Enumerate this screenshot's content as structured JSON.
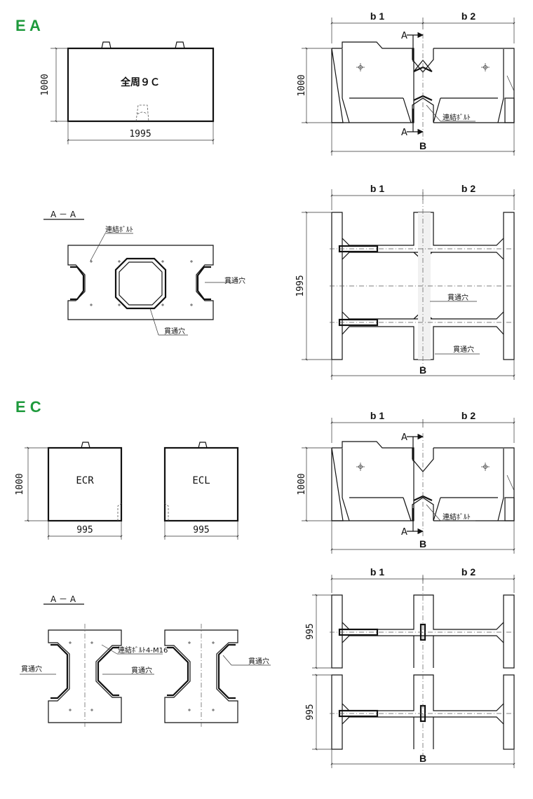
{
  "colors": {
    "heading": "#1e9a3c",
    "line": "#111111"
  },
  "ea": {
    "heading": "E A",
    "front": {
      "height": "1000",
      "width": "1995",
      "label": "全周９Ｃ"
    },
    "side": {
      "b1": "b 1",
      "b2": "b 2",
      "a_top": "A",
      "a_bottom": "A",
      "bolt": "連結ﾎﾞﾙﾄ",
      "total": "B",
      "height": "1000"
    },
    "section": {
      "title": "A － A",
      "bolt": "連結ﾎﾞﾙﾄ",
      "hole_right": "貫通穴",
      "hole_center": "貫通穴"
    },
    "plan": {
      "b1": "b 1",
      "b2": "b 2",
      "height": "1995",
      "hole_center": "貫通穴",
      "hole_bottom": "貫通穴",
      "total": "B"
    }
  },
  "ec": {
    "heading": "E C",
    "front_r": {
      "height": "1000",
      "label": "ECR",
      "width": "995"
    },
    "front_l": {
      "label": "ECL",
      "width": "995"
    },
    "side": {
      "b1": "b 1",
      "b2": "b 2",
      "a_top": "A",
      "a_bottom": "A",
      "bolt": "連結ﾎﾞﾙﾄ",
      "total": "B",
      "height": "1000"
    },
    "section": {
      "title": "A － A",
      "bolt": "連結ﾎﾞﾙﾄ4-M16",
      "hole_left": "貫通穴",
      "hole_center": "貫通穴",
      "hole_right": "貫通穴"
    },
    "plan": {
      "b1": "b 1",
      "b2": "b 2",
      "height_top": "995",
      "height_bottom": "995",
      "total": "B"
    }
  }
}
